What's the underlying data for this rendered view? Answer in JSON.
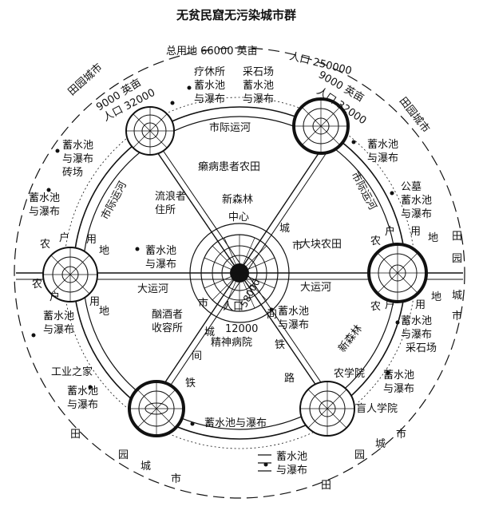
{
  "title": "无贫民窟无污染城市群",
  "center": {
    "label": "中心",
    "pop_line1": "人口",
    "pop_value": "58000"
  },
  "outer_info": {
    "total_area": "总用地 66000 英亩",
    "population": "人口 250000",
    "left_area": "9000 英亩",
    "left_pop": "人口 32000",
    "right_area": "9000 英亩",
    "right_pop": "人口 32000"
  },
  "garden_city_labels": {
    "top_left": "田园城市",
    "top_right": "田园城市",
    "right": [
      "田",
      "园",
      "城",
      "市"
    ],
    "bottom_left": [
      "田",
      "园",
      "城",
      "市"
    ],
    "bottom_right": [
      "田",
      "园",
      "城",
      "市"
    ]
  },
  "labels": {
    "sanatorium": [
      "疗休所",
      "蓄水池",
      "与瀑布"
    ],
    "quarry_top": [
      "采石场",
      "蓄水池",
      "与瀑布"
    ],
    "canal_top": "市际运河",
    "canal_left": "市际运河",
    "canal_right": "市际运河",
    "leper_farm": "癞病患者农田",
    "new_forest": "新森林",
    "vagrant": [
      "流浪者",
      "住所"
    ],
    "big_farm": "大块农田",
    "big_canal_left": "大运河",
    "big_canal_right": "大运河",
    "inebriate": [
      "酗酒者",
      "收容所"
    ],
    "asylum": [
      "12000",
      "精神病院"
    ],
    "work_home": "工业之家",
    "agri_college": "农学院",
    "blind_school": "盲人学院",
    "cemetery": [
      "公墓",
      "蓄水池",
      "与瀑布"
    ],
    "quarry_right": "采石场",
    "new_forest_diag": "新森林",
    "brick": [
      "蓄水池",
      "与瀑布",
      "砖场"
    ],
    "rail": [
      "城",
      "市",
      "间",
      "铁",
      "路"
    ],
    "rail2": [
      "城",
      "市",
      "间",
      "铁"
    ],
    "farm_left": [
      "农",
      "户",
      "用",
      "地"
    ],
    "farm_left2": [
      "农",
      "户",
      "用",
      "地"
    ],
    "farm_right": [
      "农",
      "户",
      "用",
      "地"
    ],
    "farm_right2": [
      "农",
      "户",
      "用",
      "地"
    ],
    "reservoir_label": [
      "蓄水池",
      "与瀑布"
    ],
    "reservoir_bottom": "蓄水池与瀑布"
  }
}
